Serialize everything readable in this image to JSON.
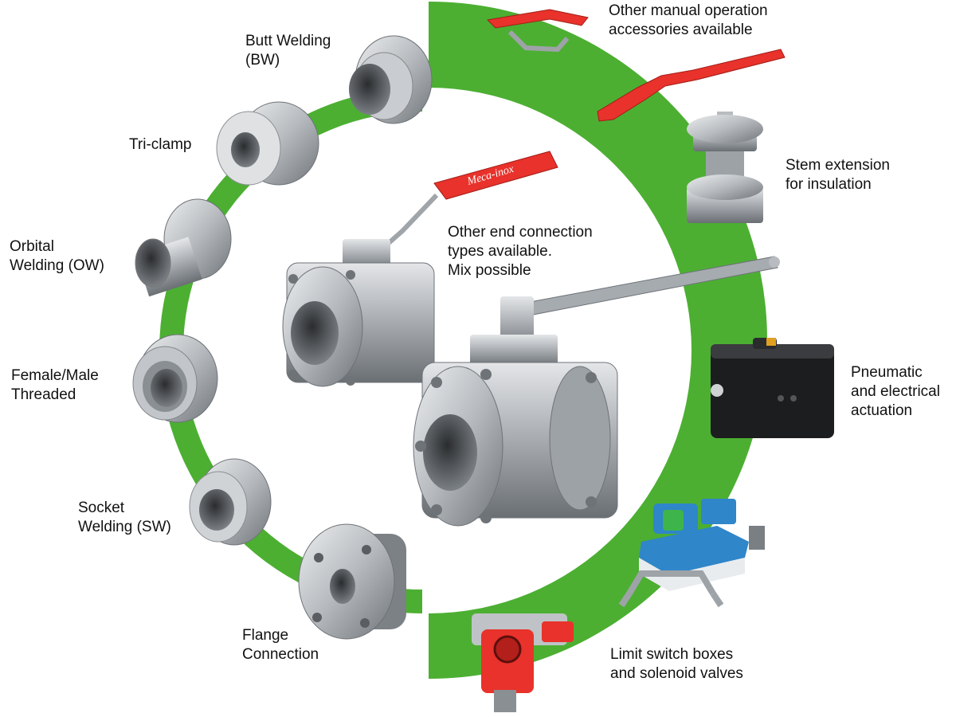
{
  "colors": {
    "ring_green": "#4caf32",
    "steel_light": "#d7d9db",
    "steel_mid": "#a9adb1",
    "steel_dark": "#6e7378",
    "handle_red": "#e8322b",
    "actuator_black": "#1c1d1f",
    "switch_blue": "#2f86c9",
    "switch_green": "#3db54a"
  },
  "labels": {
    "butt_welding": [
      "Butt Welding",
      "(BW)"
    ],
    "tri_clamp": [
      "Tri-clamp"
    ],
    "orbital_welding": [
      "Orbital",
      "Welding (OW)"
    ],
    "threaded": [
      "Female/Male",
      "Threaded"
    ],
    "socket_welding": [
      "Socket",
      "Welding (SW)"
    ],
    "flange": [
      "Flange",
      "Connection"
    ],
    "manual_accessories": [
      "Other manual operation",
      "accessories available"
    ],
    "stem_extension": [
      "Stem extension",
      "for insulation"
    ],
    "end_connection": [
      "Other end connection",
      "types available.",
      "Mix possible"
    ],
    "actuation": [
      "Pneumatic",
      "and electrical",
      "actuation"
    ],
    "limit_switch": [
      "Limit switch boxes",
      "and solenoid valves"
    ]
  },
  "handle_brand": "Meca-inox",
  "icons": {
    "butt_welding": "butt-weld-fitting-icon",
    "tri_clamp": "tri-clamp-fitting-icon",
    "orbital_welding": "orbital-weld-fitting-icon",
    "threaded": "threaded-fitting-icon",
    "socket_welding": "socket-weld-fitting-icon",
    "flange": "flange-fitting-icon",
    "manual_accessories": "manual-handle-icon",
    "stem_extension": "stem-extension-icon",
    "actuation": "pneumatic-actuator-icon",
    "limit_switch": "limit-switch-box-icon",
    "solenoid": "solenoid-valve-icon",
    "valve_small": "ball-valve-handle-icon",
    "valve_large": "ball-valve-lever-icon"
  }
}
